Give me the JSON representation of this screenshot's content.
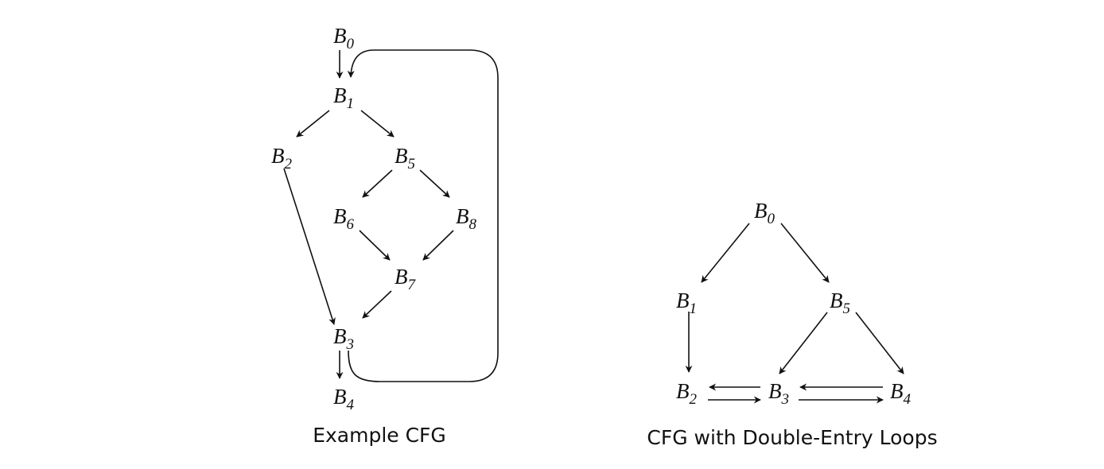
{
  "left_graph": {
    "caption": "Example CFG",
    "nodes": [
      {
        "id": "B0",
        "label": "B",
        "sub": "0"
      },
      {
        "id": "B1",
        "label": "B",
        "sub": "1"
      },
      {
        "id": "B2",
        "label": "B",
        "sub": "2"
      },
      {
        "id": "B5",
        "label": "B",
        "sub": "5"
      },
      {
        "id": "B6",
        "label": "B",
        "sub": "6"
      },
      {
        "id": "B8",
        "label": "B",
        "sub": "8"
      },
      {
        "id": "B7",
        "label": "B",
        "sub": "7"
      },
      {
        "id": "B3",
        "label": "B",
        "sub": "3"
      },
      {
        "id": "B4",
        "label": "B",
        "sub": "4"
      }
    ],
    "edges": [
      [
        "B0",
        "B1"
      ],
      [
        "B1",
        "B2"
      ],
      [
        "B1",
        "B5"
      ],
      [
        "B2",
        "B3"
      ],
      [
        "B5",
        "B6"
      ],
      [
        "B5",
        "B8"
      ],
      [
        "B6",
        "B7"
      ],
      [
        "B8",
        "B7"
      ],
      [
        "B7",
        "B3"
      ],
      [
        "B3",
        "B4"
      ],
      [
        "B3",
        "B1"
      ]
    ]
  },
  "right_graph": {
    "caption": "CFG with Double-Entry Loops",
    "nodes": [
      {
        "id": "B0",
        "label": "B",
        "sub": "0"
      },
      {
        "id": "B1",
        "label": "B",
        "sub": "1"
      },
      {
        "id": "B5",
        "label": "B",
        "sub": "5"
      },
      {
        "id": "B2",
        "label": "B",
        "sub": "2"
      },
      {
        "id": "B3",
        "label": "B",
        "sub": "3"
      },
      {
        "id": "B4",
        "label": "B",
        "sub": "4"
      }
    ],
    "edges": [
      [
        "B0",
        "B1"
      ],
      [
        "B0",
        "B5"
      ],
      [
        "B1",
        "B2"
      ],
      [
        "B5",
        "B3"
      ],
      [
        "B5",
        "B4"
      ],
      [
        "B2",
        "B3"
      ],
      [
        "B3",
        "B2"
      ],
      [
        "B3",
        "B4"
      ],
      [
        "B4",
        "B3"
      ]
    ]
  }
}
